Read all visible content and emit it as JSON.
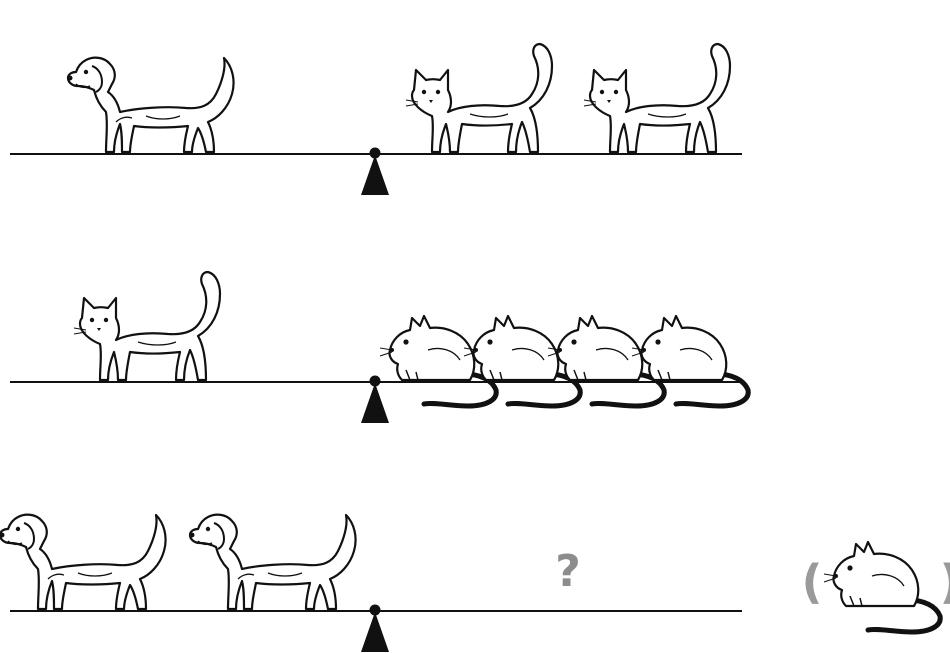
{
  "puzzle": {
    "scales": [
      {
        "id": "row1",
        "left": [
          "dog"
        ],
        "right": [
          "cat",
          "cat"
        ]
      },
      {
        "id": "row2",
        "left": [
          "cat"
        ],
        "right": [
          "mouse",
          "mouse",
          "mouse",
          "mouse"
        ]
      },
      {
        "id": "row3",
        "left": [
          "dog",
          "dog"
        ],
        "right_label": "?"
      }
    ],
    "answer_unit": {
      "animal": "mouse",
      "open_paren": "(",
      "close_paren": ")"
    },
    "colors": {
      "line": "#111111",
      "fulcrum": "#111111",
      "question": "#8c8c8c",
      "paren": "#9a9a9a"
    }
  }
}
